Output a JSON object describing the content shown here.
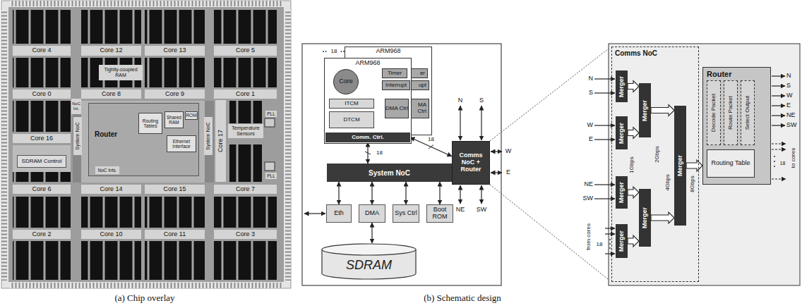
{
  "diagram": {
    "nodes": [
      {
        "text": [
          "Core 4"
        ]
      },
      {
        "text": [
          "Core 12"
        ]
      },
      {
        "text": [
          "Core 13"
        ]
      },
      {
        "text": [
          "Core 5"
        ]
      },
      {
        "text": [
          "Core 0"
        ]
      },
      {
        "text": [
          "Core 8"
        ]
      },
      {
        "text": [
          "Core 9"
        ]
      },
      {
        "text": [
          "Core 1"
        ]
      },
      {
        "text": [
          "Router"
        ]
      },
      {
        "text": [
          "Routing Tables"
        ],
        "in": 8
      },
      {
        "text": [
          "Shared RAM"
        ],
        "in": 8
      },
      {
        "text": [
          "ROM"
        ],
        "in": 8
      },
      {
        "text": [
          "Ethernet Interface"
        ],
        "in": 8
      },
      {
        "text": [
          "Core 17"
        ]
      },
      {
        "text": [
          "Core 16"
        ]
      },
      {
        "text": [
          "SDRAM Control"
        ]
      },
      {
        "text": [
          "Core 6"
        ]
      },
      {
        "text": [
          "Core 14"
        ]
      },
      {
        "text": [
          "Core 15"
        ]
      },
      {
        "text": [
          "Core 7"
        ]
      },
      {
        "text": [
          "Core 2"
        ]
      },
      {
        "text": [
          "Core 10"
        ]
      },
      {
        "text": [
          "Core 11"
        ]
      },
      {
        "text": [
          "Core 3"
        ]
      },
      {
        "text": [
          "ARM968"
        ]
      },
      {
        "text": [
          "er"
        ],
        "in": 24
      },
      {
        "text": [
          "upt"
        ],
        "in": 24
      },
      {
        "text": [
          "MA Ctrl"
        ],
        "in": 24
      },
      {
        "text": [
          "ARM968"
        ]
      },
      {
        "text": [
          "Core"
        ],
        "in": 28
      },
      {
        "text": [
          "Timer"
        ],
        "in": 28
      },
      {
        "text": [
          "Interrupt"
        ],
        "in": 28
      },
      {
        "text": [
          "ITCM"
        ],
        "in": 28
      },
      {
        "text": [
          "DMA Ctrl"
        ],
        "in": 28
      },
      {
        "text": [
          "DTCM"
        ],
        "in": 28
      },
      {
        "text": [
          "Comm. Ctrl."
        ],
        "in": 28
      },
      {
        "text": [
          "System NoC"
        ]
      },
      {
        "text": [
          "Comms NoC + Router"
        ]
      },
      {
        "text": [
          "Eth"
        ]
      },
      {
        "text": [
          "DMA"
        ]
      },
      {
        "text": [
          "Sys Ctrl"
        ]
      },
      {
        "text": [
          "Boot ROM"
        ]
      },
      {
        "text": [
          "SDRAM"
        ]
      },
      {
        "text": [
          "Comms NoC"
        ]
      },
      {
        "text": [
          "Merger"
        ],
        "in": 43
      },
      {
        "text": [
          "Merger"
        ],
        "in": 43
      },
      {
        "text": [
          "Merger"
        ],
        "in": 43
      },
      {
        "text": [
          "Merger"
        ],
        "in": 43
      },
      {
        "text": [
          "Merger"
        ],
        "in": 43
      },
      {
        "text": [
          "Merger"
        ],
        "in": 43
      },
      {
        "text": [
          "Merger"
        ],
        "in": 43
      },
      {
        "text": [
          "Router"
        ]
      },
      {
        "text": [
          "Decode Packet"
        ],
        "in": 51
      },
      {
        "text": [
          "Route Packet"
        ],
        "in": 51
      },
      {
        "text": [
          "Select Output"
        ],
        "in": 51
      },
      {
        "text": [
          "Routing Table"
        ],
        "in": 51
      }
    ],
    "edges": [
      {
        "from": 35,
        "to": 36,
        "arrow": "both",
        "label": "18"
      },
      {
        "from": 35,
        "to": 37,
        "arrow": "both",
        "label": "18"
      },
      {
        "from": 36,
        "to": 38,
        "arrow": "both"
      },
      {
        "from": 36,
        "to": 39,
        "arrow": "both"
      },
      {
        "from": 36,
        "to": 40,
        "arrow": "both"
      },
      {
        "from": 36,
        "to": 41,
        "arrow": "both"
      },
      {
        "from": 39,
        "to": 42,
        "arrow": "both"
      },
      {
        "from": 44,
        "to": 48,
        "arrow": "to"
      },
      {
        "from": 45,
        "to": 48,
        "arrow": "to"
      },
      {
        "from": 46,
        "to": 49,
        "arrow": "to"
      },
      {
        "from": 47,
        "to": 49,
        "arrow": "to"
      },
      {
        "from": 48,
        "to": 50,
        "arrow": "to"
      },
      {
        "from": 49,
        "to": 50,
        "arrow": "to"
      },
      {
        "from": 50,
        "to": 51,
        "arrow": "to"
      }
    ],
    "labels": [
      "Tightly-coupled RAM",
      "NoC Int.",
      "System NoC",
      "System NoC",
      "NoC Ints.",
      "Temperature Sensors",
      "PLL",
      "PLL",
      "18",
      "N",
      "S",
      "W",
      "E",
      "NE",
      "SW",
      "N",
      "S",
      "W",
      "E",
      "NE",
      "SW",
      "from cores",
      "18",
      "1Gbps",
      "2Gbps",
      "4Gbps",
      "8Gbps",
      "N",
      "S",
      "W",
      "E",
      "NE",
      "SW",
      "18",
      "to cores",
      "(a) Chip overlay",
      "(b) Schematic design"
    ]
  }
}
